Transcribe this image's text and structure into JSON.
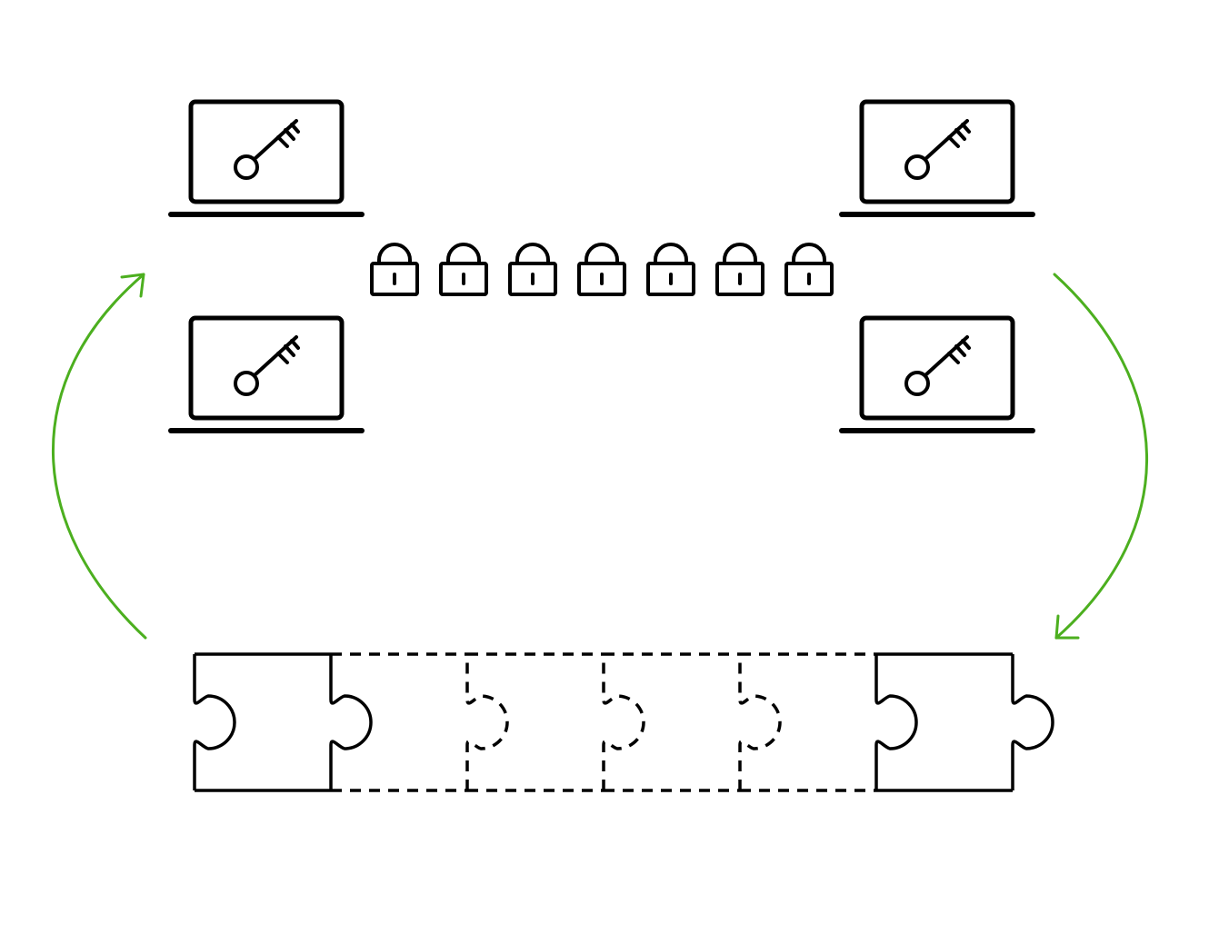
{
  "colors": {
    "stroke": "#000000",
    "arrow": "#4caf1f",
    "background": "#ffffff"
  },
  "icons": {
    "laptop": "laptop-icon",
    "key": "key-icon",
    "padlock": "padlock-icon",
    "puzzle": "puzzle-piece-icon",
    "arrow": "curved-arrow-icon"
  },
  "diagram": {
    "laptops": [
      {
        "id": "top-left",
        "has_key": true
      },
      {
        "id": "bottom-left",
        "has_key": true
      },
      {
        "id": "top-right",
        "has_key": true
      },
      {
        "id": "bottom-right",
        "has_key": true
      }
    ],
    "padlock_count": 7,
    "puzzle_pieces": [
      {
        "style": "solid"
      },
      {
        "style": "dashed"
      },
      {
        "style": "dashed"
      },
      {
        "style": "dashed"
      },
      {
        "style": "dashed"
      },
      {
        "style": "solid"
      }
    ],
    "arrows": [
      {
        "id": "left",
        "direction": "up"
      },
      {
        "id": "right",
        "direction": "down"
      }
    ]
  }
}
